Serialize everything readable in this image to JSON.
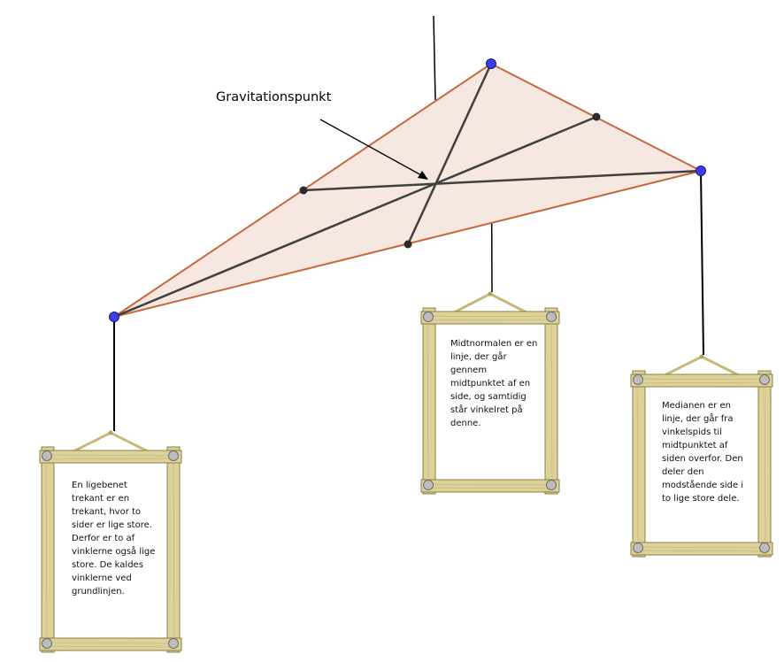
{
  "annotation": {
    "label": "Gravitationspunkt"
  },
  "colors": {
    "triangle_fill": "#f6e7e1",
    "triangle_edge": "#c5693f",
    "median_line": "#404040",
    "vertex_point": "#3b3bf0",
    "midpoint_point": "#2a2a2a",
    "wood": "#ddd29a",
    "rope": "#c8b878"
  },
  "frames": [
    {
      "id": "frame-isosceles",
      "lines": [
        "En ligebenet",
        "trekant er en",
        "trekant, hvor to",
        "sider er lige store.",
        "Derfor er to af",
        "vinklerne også lige",
        "store. De kaldes",
        "vinklerne ved",
        "grundlinjen."
      ]
    },
    {
      "id": "frame-perpendicular-bisector",
      "lines": [
        "Midtnormalen er en",
        "linje, der går",
        "gennem",
        "midtpunktet af en",
        "side, og samtidig",
        "står vinkelret på",
        "denne."
      ]
    },
    {
      "id": "frame-median",
      "lines": [
        "Medianen er en",
        "linje, der går fra",
        "vinkelspids til",
        "midtpunktet af",
        "siden overfor. Den",
        "deler den",
        "modstående side i",
        "to lige store dele."
      ]
    }
  ]
}
